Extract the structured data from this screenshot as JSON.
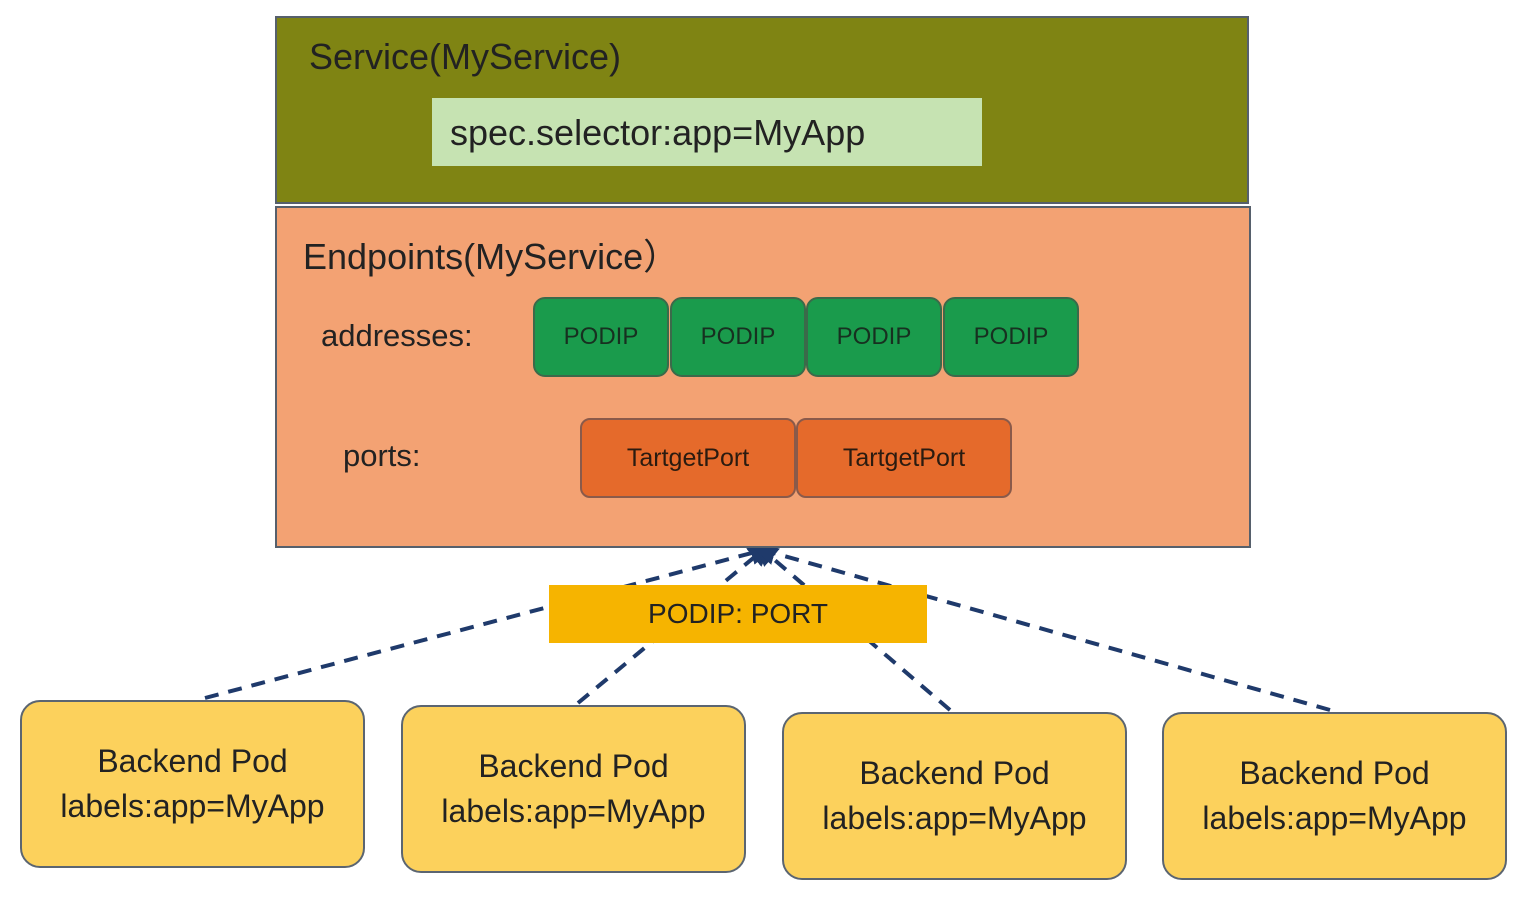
{
  "service": {
    "title": "Service(MyService)",
    "selector": "spec.selector:app=MyApp"
  },
  "endpoints": {
    "title": "Endpoints(MyService）",
    "addresses_label": "addresses:",
    "addresses": [
      "PODIP",
      "PODIP",
      "PODIP",
      "PODIP"
    ],
    "ports_label": "ports:",
    "ports": [
      "TartgetPort",
      "TartgetPort"
    ]
  },
  "connector_label": "PODIP:  PORT",
  "pods": [
    {
      "name": "Backend Pod",
      "labels": "labels:app=MyApp"
    },
    {
      "name": "Backend Pod",
      "labels": "labels:app=MyApp"
    },
    {
      "name": "Backend Pod",
      "labels": "labels:app=MyApp"
    },
    {
      "name": "Backend Pod",
      "labels": "labels:app=MyApp"
    }
  ],
  "colors": {
    "service_fill": "#7f8413",
    "selector_fill": "#c6e3b2",
    "endpoints_fill": "#f3a273",
    "podip_fill": "#1a9b4c",
    "targetport_fill": "#e56a2b",
    "connector_fill": "#f6b400",
    "pod_fill": "#fcd15c",
    "dash_line": "#1f3a6b"
  }
}
